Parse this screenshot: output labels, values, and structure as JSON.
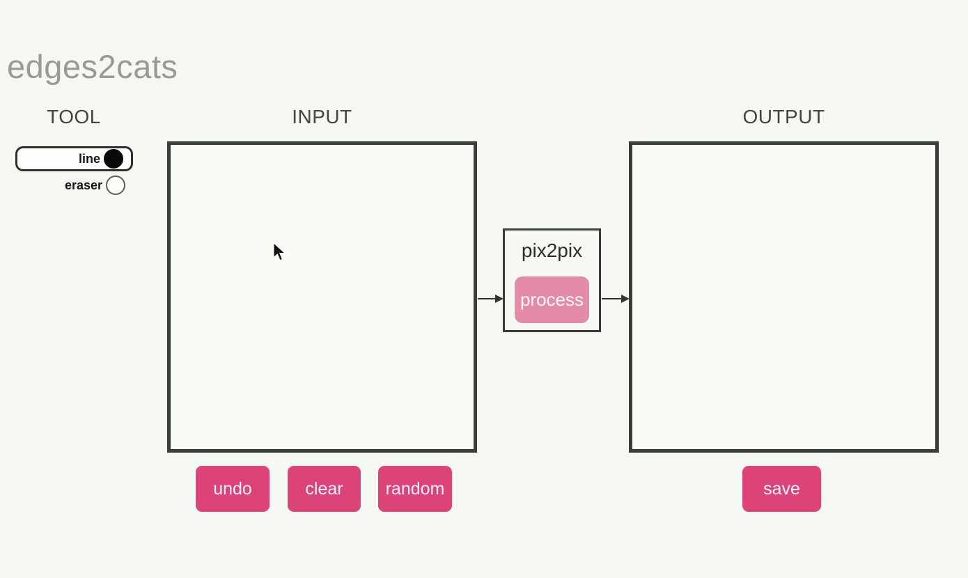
{
  "app": {
    "title": "edges2cats"
  },
  "tool_panel": {
    "heading": "TOOL",
    "options": [
      {
        "label": "line",
        "selected": true
      },
      {
        "label": "eraser",
        "selected": false
      }
    ]
  },
  "input_panel": {
    "heading": "INPUT",
    "actions": [
      "undo",
      "clear",
      "random"
    ]
  },
  "model_box": {
    "title": "pix2pix",
    "process_label": "process"
  },
  "output_panel": {
    "heading": "OUTPUT",
    "action": "save"
  },
  "icons": {
    "cursor": "arrow-pointer",
    "radio_selected": "filled-circle",
    "radio_unselected": "empty-circle",
    "flow_arrow": "right-arrow"
  },
  "colors": {
    "background": "#f5f8f2",
    "canvas_fill": "#f9fbf5",
    "border_dark": "#383d38",
    "action_button_pink": "#dc4378",
    "process_button_pink": "#e48ca7",
    "title_gray": "#9a9a92",
    "heading_gray": "#44443f"
  }
}
